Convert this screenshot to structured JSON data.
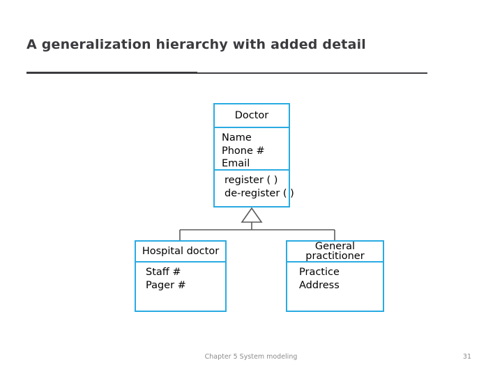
{
  "slide": {
    "title": "A generalization hierarchy with added detail",
    "footer_note": "Chapter 5 System modeling",
    "page_number": "31"
  },
  "colors": {
    "class_border": "#29abe2",
    "title_text": "#3b3b3f",
    "rule": "#3b3b3f",
    "connector": "#5a5a5a",
    "footer_text": "#8b8b8b",
    "box_fill": "#ffffff"
  },
  "diagram": {
    "type": "uml-generalization-hierarchy",
    "superclass": {
      "name": "Doctor",
      "attributes": [
        "Name",
        "Phone #",
        "Email"
      ],
      "operations": [
        "register ( )",
        "de-register ( )"
      ]
    },
    "subclasses": [
      {
        "name": "Hospital doctor",
        "attributes": [
          "Staff #",
          "Pager #"
        ],
        "operations": []
      },
      {
        "name": "General practitioner",
        "attributes": [
          "Practice",
          "Address"
        ],
        "operations": []
      }
    ],
    "relationship": {
      "kind": "generalization",
      "arrow": "hollow-triangle",
      "direction": "subclasses-to-superclass"
    }
  }
}
